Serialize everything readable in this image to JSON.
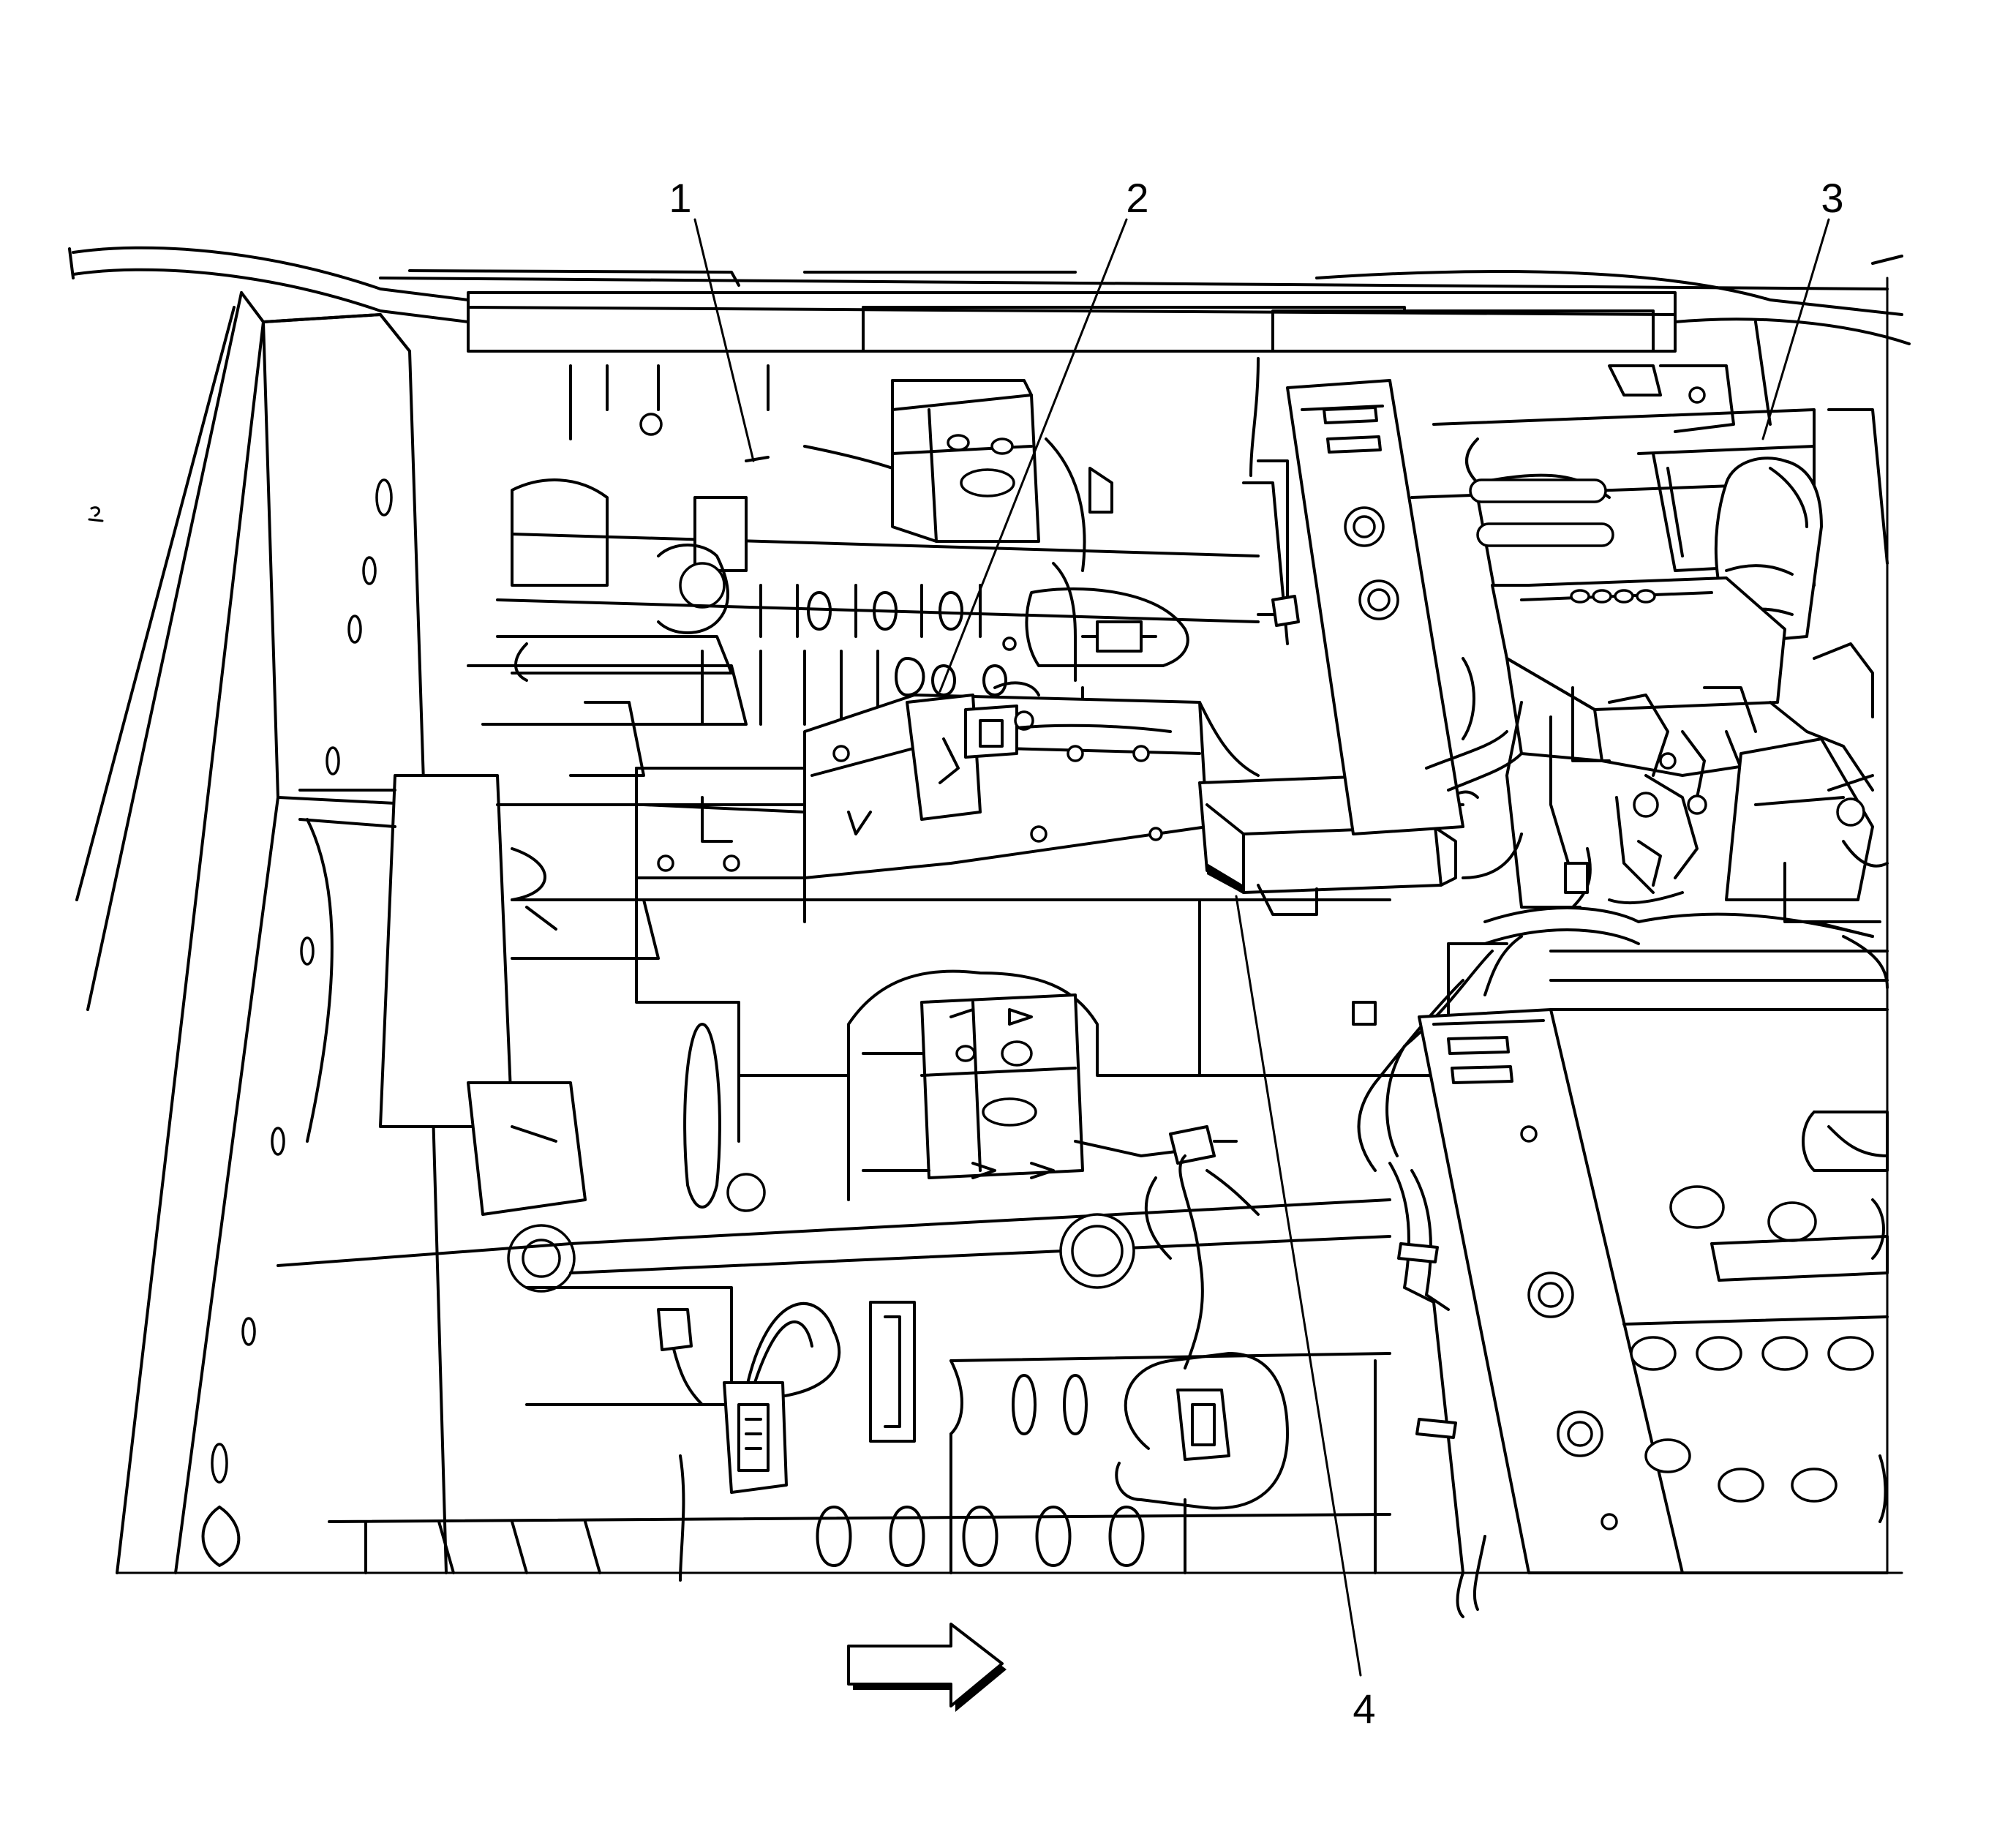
{
  "callouts": [
    {
      "id": "1",
      "text": "1"
    },
    {
      "id": "2",
      "text": "2"
    },
    {
      "id": "3",
      "text": "3"
    },
    {
      "id": "4",
      "text": "4"
    }
  ],
  "direction_arrow_icon": "right-arrow-icon",
  "colors": {
    "line": "#000000",
    "background": "#ffffff"
  }
}
